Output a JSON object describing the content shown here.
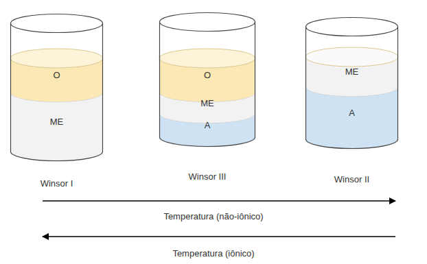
{
  "diagram": {
    "nodes": [
      {
        "text": [
          "Winsor I"
        ]
      },
      {
        "text": [
          "O"
        ],
        "in": 0
      },
      {
        "text": [
          "ME"
        ],
        "in": 0
      },
      {
        "text": [
          "Winsor III"
        ]
      },
      {
        "text": [
          "O"
        ],
        "in": 3
      },
      {
        "text": [
          "ME"
        ],
        "in": 3
      },
      {
        "text": [
          "A"
        ],
        "in": 3
      },
      {
        "text": [
          "Winsor II"
        ]
      },
      {
        "text": [
          "ME"
        ],
        "in": 7
      },
      {
        "text": [
          "A"
        ],
        "in": 7
      }
    ],
    "labels": [
      "Temperatura (não-iônico)",
      "Temperatura (iônico)"
    ]
  }
}
